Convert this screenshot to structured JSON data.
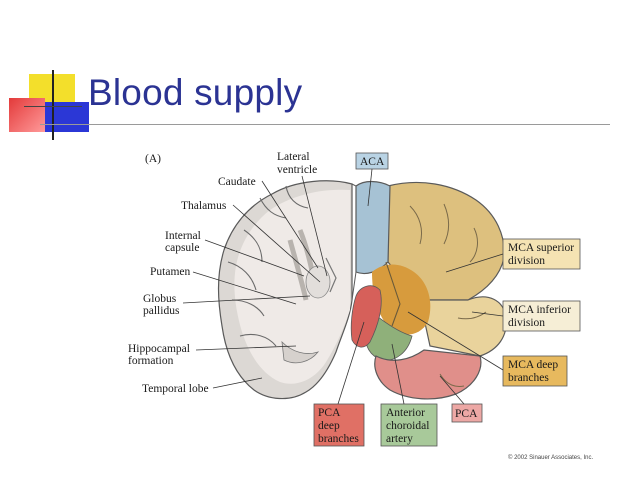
{
  "slide": {
    "title": "Blood supply"
  },
  "figure": {
    "panel_label": "(A)",
    "copyright": "© 2002 Sinauer Associates, Inc.",
    "left_labels": {
      "lateral_ventricle": [
        "Lateral",
        "ventricle"
      ],
      "caudate": "Caudate",
      "thalamus": "Thalamus",
      "internal_capsule": [
        "Internal",
        "capsule"
      ],
      "putamen": "Putamen",
      "globus_pallidus": [
        "Globus",
        "pallidus"
      ],
      "hippocampal_formation": [
        "Hippocampal",
        "formation"
      ],
      "temporal_lobe": "Temporal lobe"
    },
    "territory_boxes": {
      "aca": {
        "lines": [
          "ACA"
        ],
        "color": "#b9d3e4"
      },
      "mca_superior": {
        "lines": [
          "MCA superior",
          "division"
        ],
        "color": "#f5e3b3"
      },
      "mca_inferior": {
        "lines": [
          "MCA inferior",
          "division"
        ],
        "color": "#f6eed6"
      },
      "mca_deep": {
        "lines": [
          "MCA deep",
          "branches"
        ],
        "color": "#e7b95e"
      },
      "pca_deep": {
        "lines": [
          "PCA",
          "deep",
          "branches"
        ],
        "color": "#e07065"
      },
      "anterior_choroidal": {
        "lines": [
          "Anterior",
          "choroidal",
          "artery"
        ],
        "color": "#a8c99a"
      },
      "pca": {
        "lines": [
          "PCA"
        ],
        "color": "#eda8a5"
      }
    }
  }
}
